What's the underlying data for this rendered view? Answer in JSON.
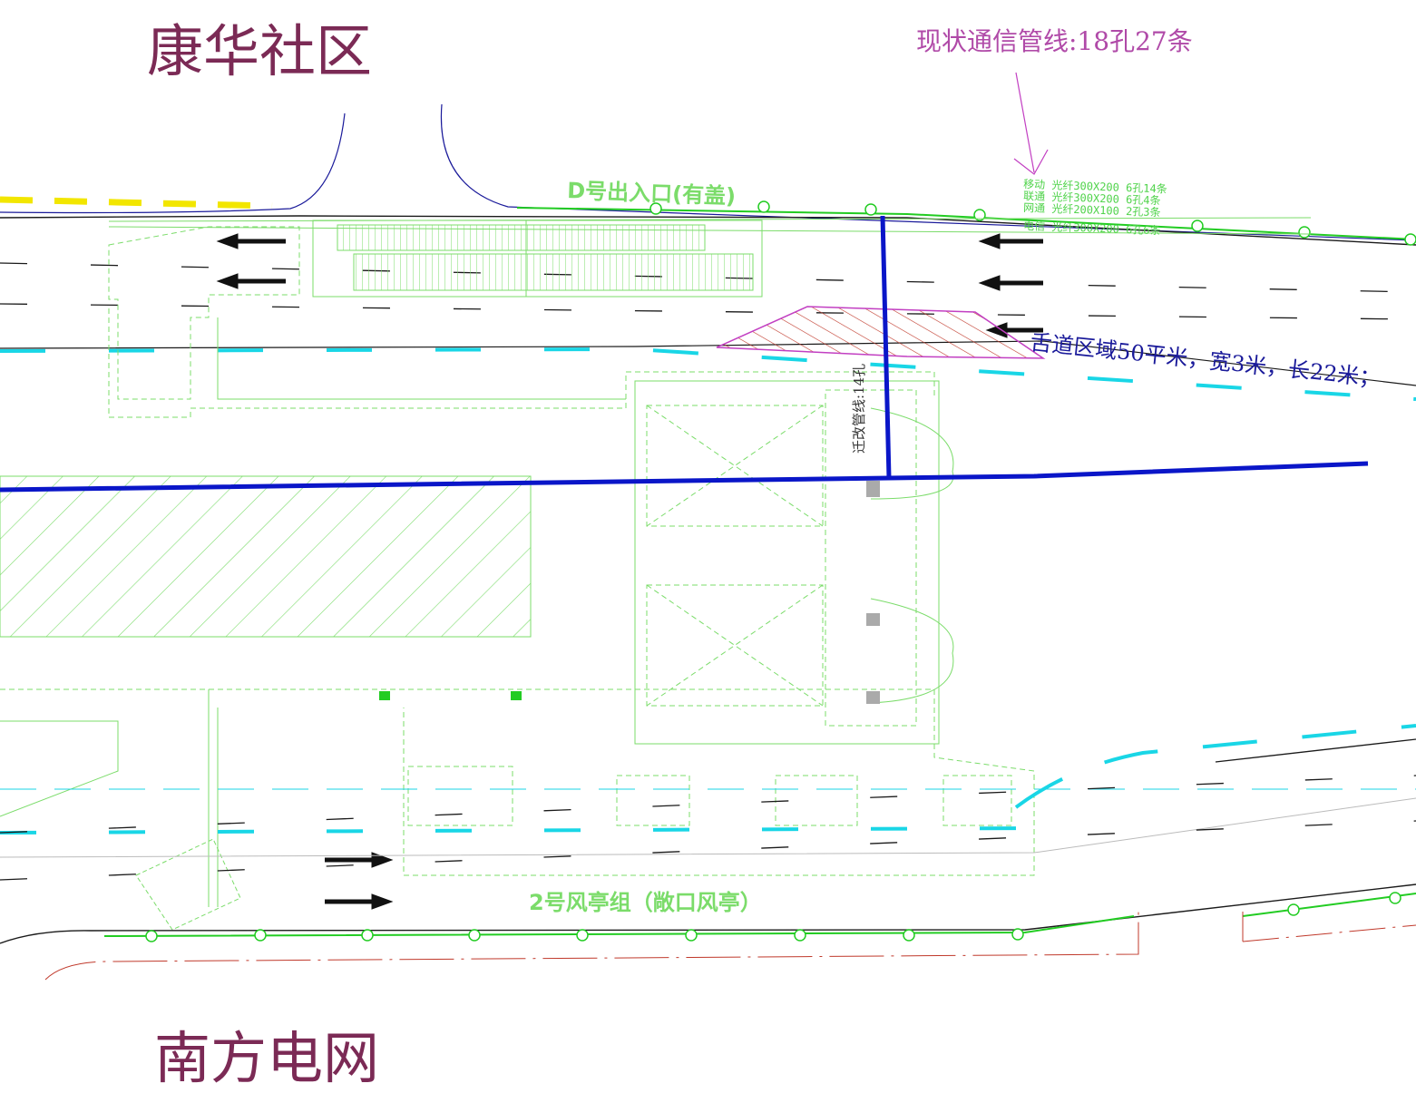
{
  "labels": {
    "top_left": "康华社区",
    "bottom_left": "南方电网",
    "existing_pipe": "现状通信管线:18孔27条",
    "entrance": "D号出入口(有盖)",
    "wind_pavilion": "2号风亭组（敞口风亭）",
    "lane_area": "舌道区域50平米，宽3米，长22米；",
    "relocate_pipe": "迁改管线:14孔"
  },
  "pipe_notes": [
    "移动 光纤300X200 6孔14条",
    "联通 光纤300X200 6孔4条",
    "网通 光纤200X100 2孔3条",
    "电信 光纤300X200 6孔6条"
  ],
  "colors": {
    "label_purple": "#7b2a55",
    "cad_green": "#7bdc6a",
    "bright_green": "#22cc22",
    "cyan": "#19d6e6",
    "relocation_blue": "#0a16c8",
    "magenta": "#c23fc2",
    "yellow": "#f2e600",
    "road_black": "#1a1a1a"
  }
}
